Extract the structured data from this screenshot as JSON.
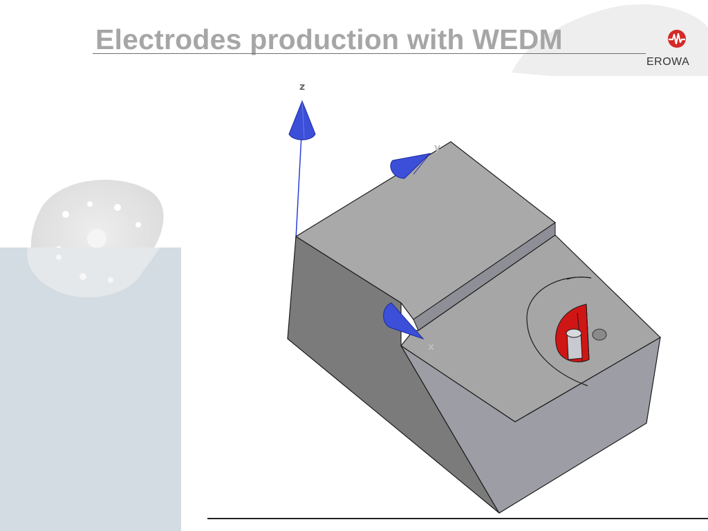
{
  "slide": {
    "title": "Electrodes production with WEDM"
  },
  "logo": {
    "brand_text": "EROWA",
    "brand_color": "#d42a27",
    "mark_icon": "erowa-pulse-icon"
  },
  "model_view": {
    "axes": {
      "z_label": "z",
      "y_label": "y",
      "x_label": "x",
      "arrow_color": "#3c4fd9"
    },
    "part_colors": {
      "top_face": "#a9a9a9",
      "left_face": "#7b7b7b",
      "front_face": "#9d9da6",
      "cut_highlight": "#d01515"
    }
  },
  "theme": {
    "side_panel_color": "#d2dce2",
    "title_color": "#a6a6a6"
  }
}
